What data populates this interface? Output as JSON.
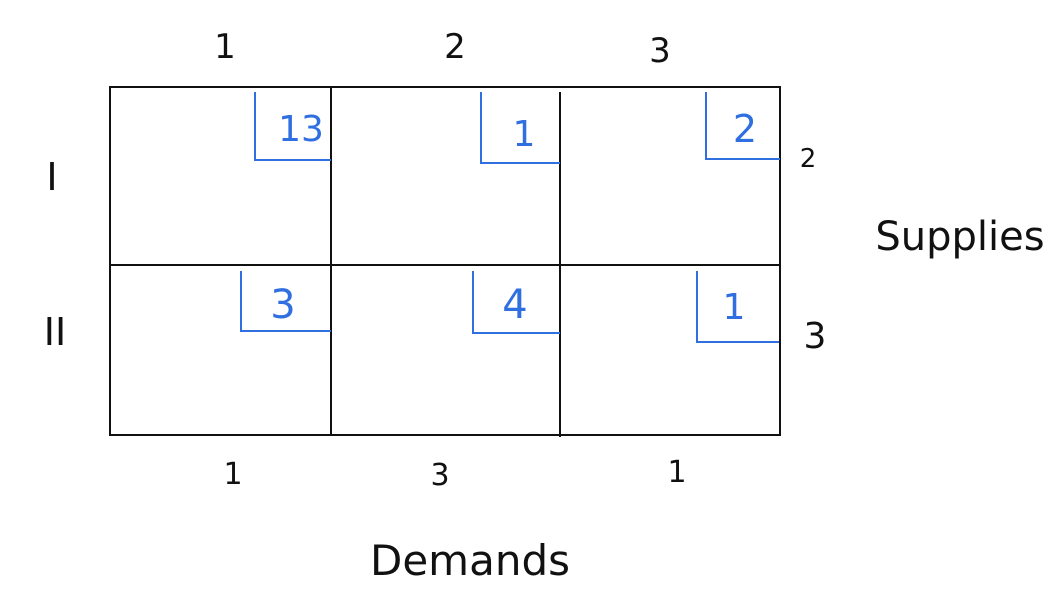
{
  "columns": [
    {
      "label": "1"
    },
    {
      "label": "2"
    },
    {
      "label": "3"
    }
  ],
  "rows": [
    {
      "label": "I",
      "supply": "2",
      "costs": [
        "13",
        "1",
        "2"
      ]
    },
    {
      "label": "II",
      "supply": "3",
      "costs": [
        "3",
        "4",
        "1"
      ]
    }
  ],
  "demands": [
    "1",
    "3",
    "1"
  ],
  "demands_label": "Demands",
  "supplies_label": "Supplies",
  "colors": {
    "ink": "#111111",
    "cost": "#2f6fe0"
  }
}
